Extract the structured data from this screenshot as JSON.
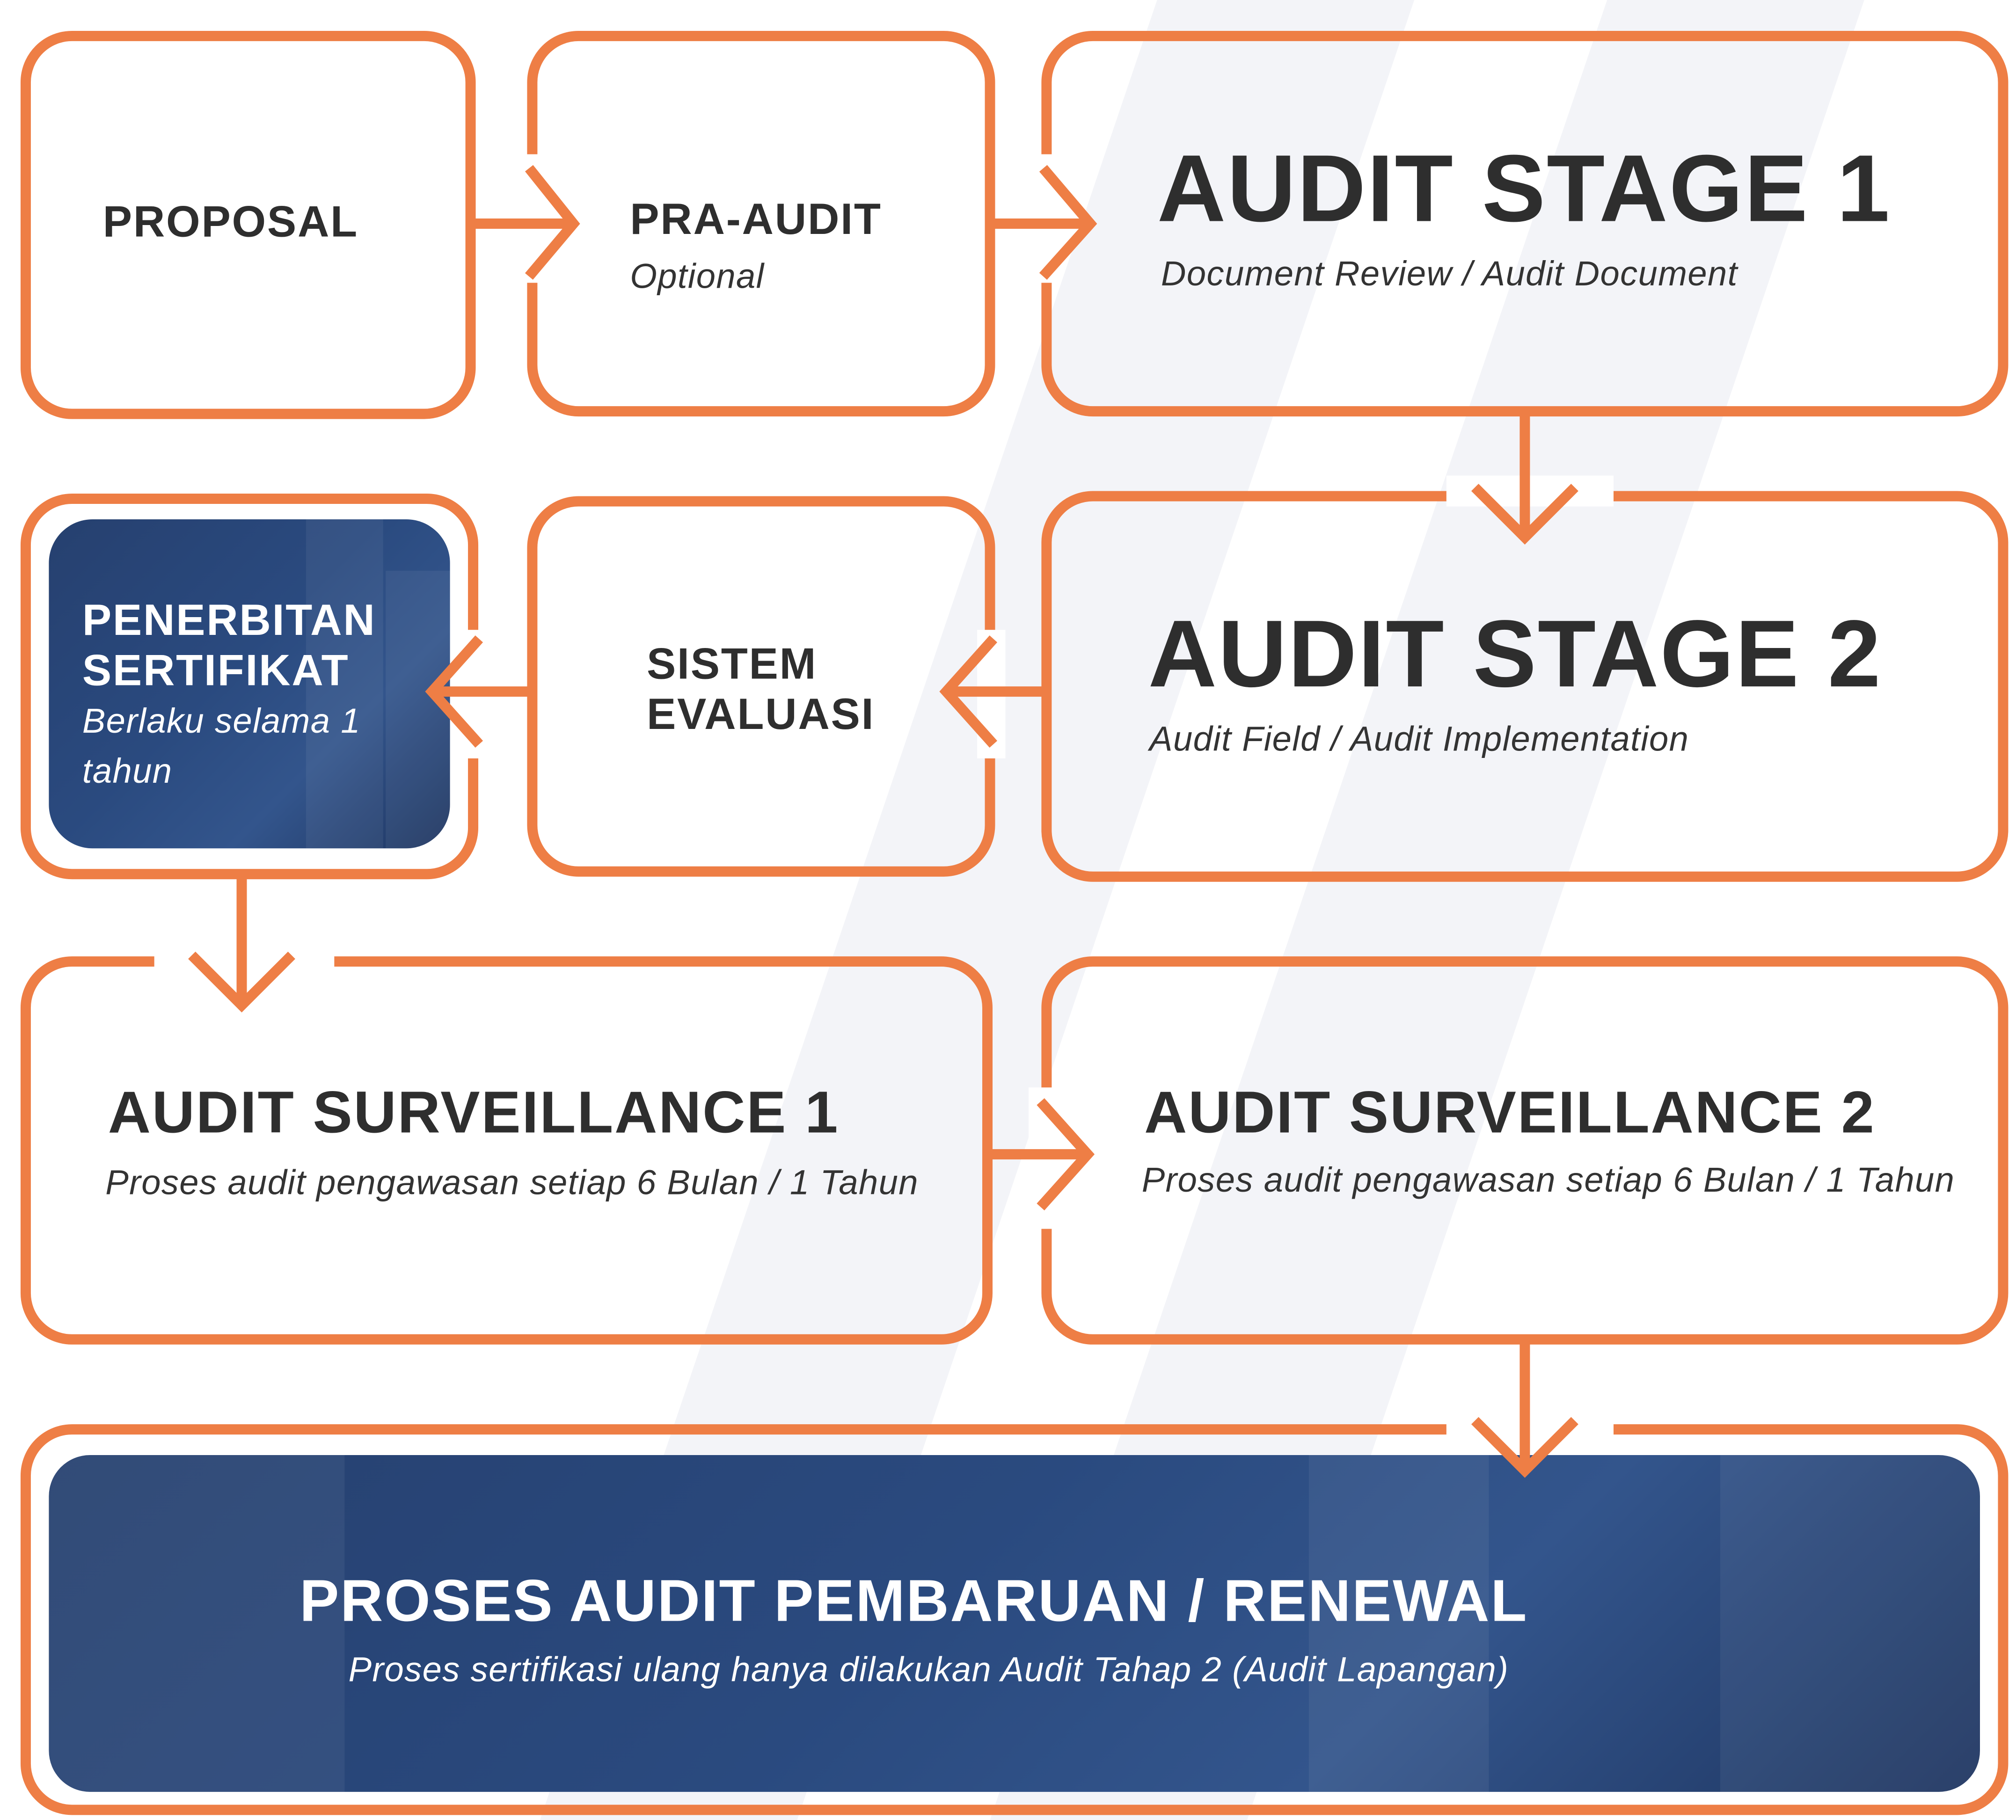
{
  "nodes": {
    "proposal": {
      "title": "PROPOSAL"
    },
    "pra_audit": {
      "title": "PRA-AUDIT",
      "subtitle": "Optional"
    },
    "stage1": {
      "title": "AUDIT STAGE 1",
      "subtitle": "Document Review / Audit Document"
    },
    "stage2": {
      "title": "AUDIT STAGE 2",
      "subtitle": "Audit Field / Audit Implementation"
    },
    "sistem_evaluasi": {
      "title_line1": "SISTEM",
      "title_line2": "EVALUASI"
    },
    "penerbitan": {
      "title_line1": "PENERBITAN",
      "title_line2": "SERTIFIKAT",
      "subtitle": "Berlaku selama 1 tahun"
    },
    "surveillance1": {
      "title": "AUDIT SURVEILLANCE 1",
      "subtitle": "Proses audit pengawasan setiap 6 Bulan / 1 Tahun"
    },
    "surveillance2": {
      "title": "AUDIT SURVEILLANCE 2",
      "subtitle": "Proses audit pengawasan setiap 6 Bulan / 1 Tahun"
    },
    "renewal": {
      "title": "PROSES AUDIT PEMBARUAN / RENEWAL",
      "subtitle": "Proses sertifikasi ulang hanya dilakukan Audit Tahap 2 (Audit Lapangan)"
    }
  },
  "colors": {
    "accent": "#EE7E45",
    "navy": "#2A4A7F",
    "text": "#2E2E2E",
    "background": "#FFFFFF"
  }
}
